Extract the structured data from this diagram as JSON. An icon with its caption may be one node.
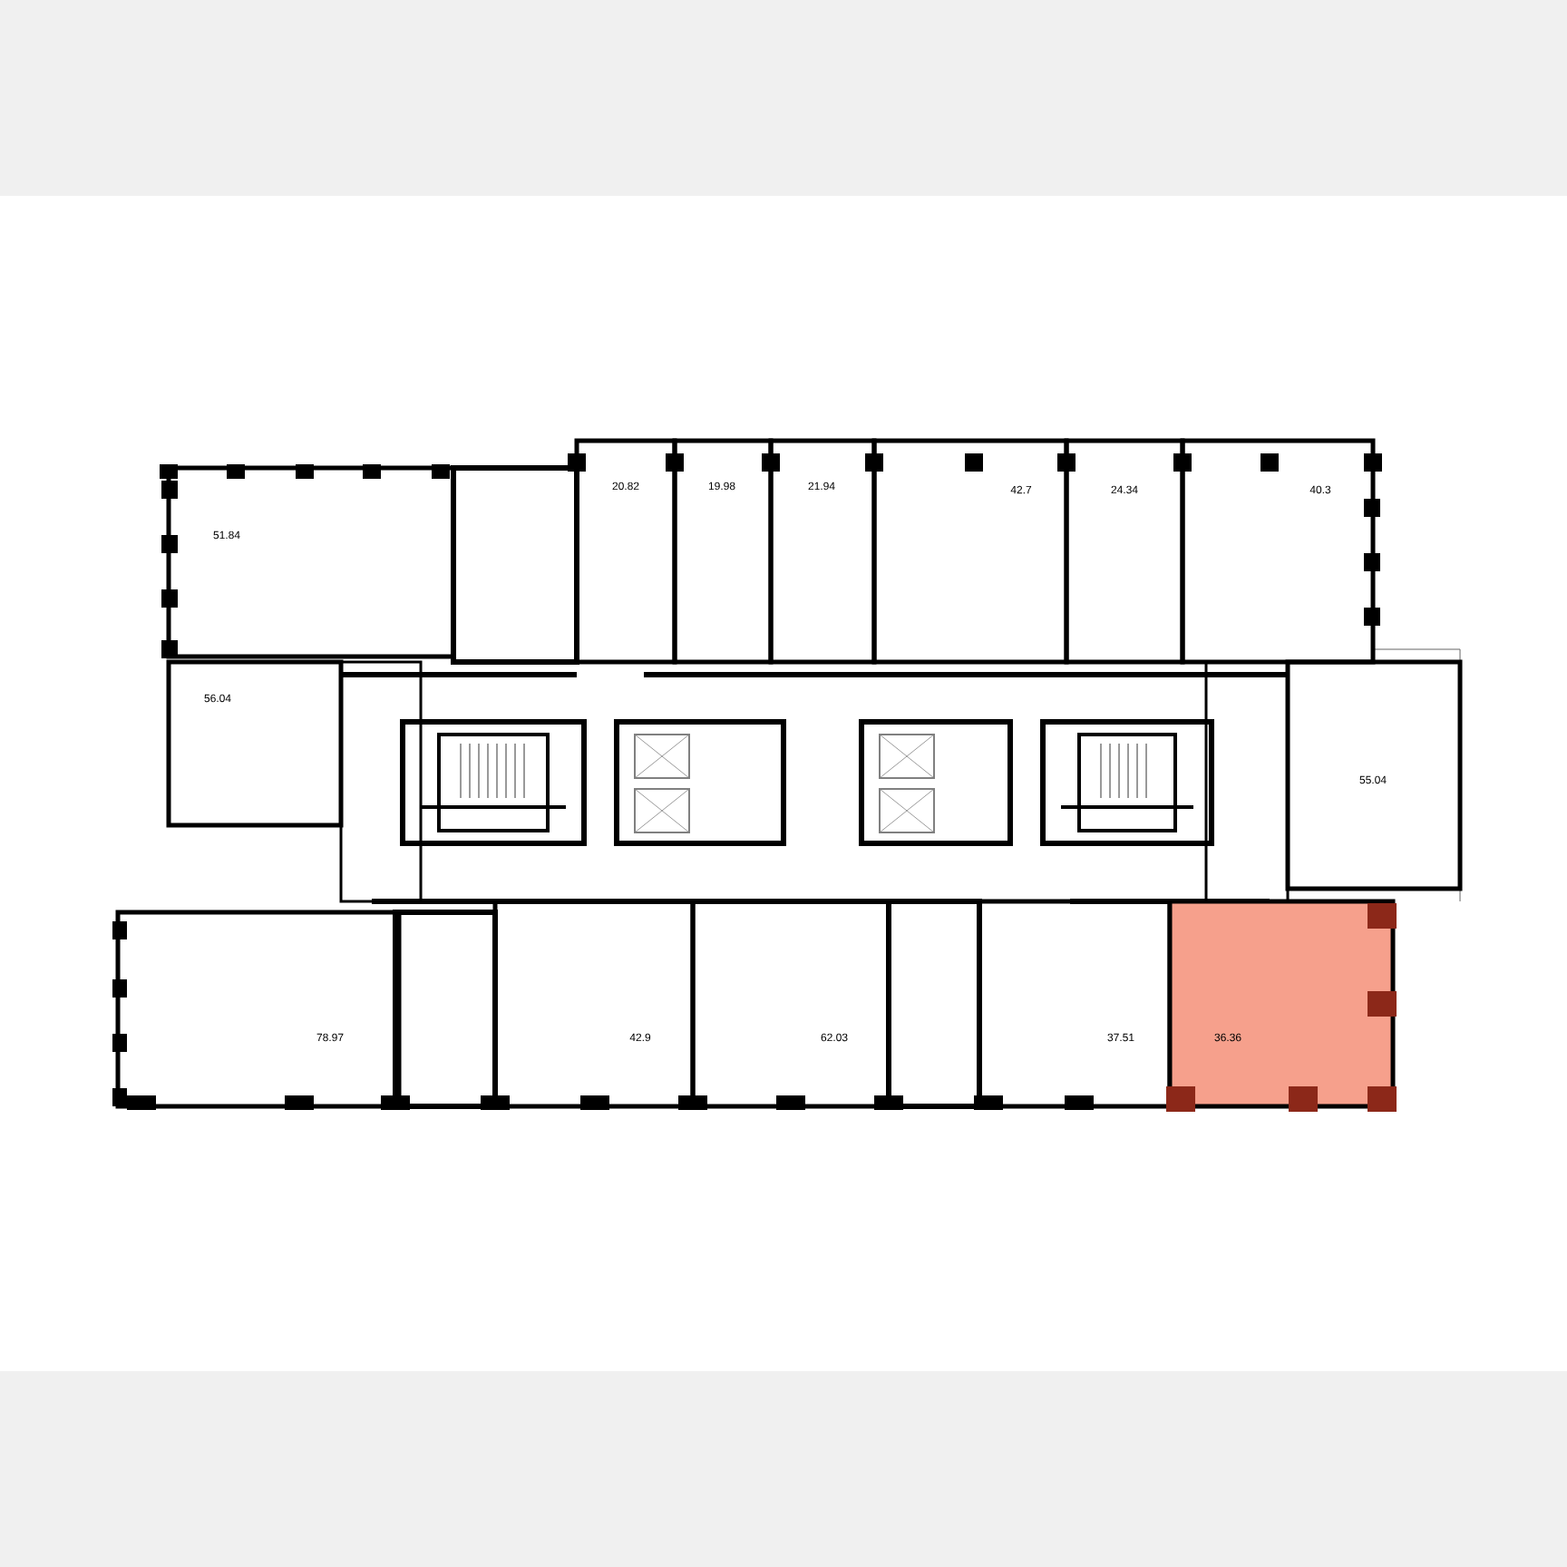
{
  "diagram": {
    "nodes": [
      {
        "text": [
          "51.84"
        ]
      },
      {
        "text": [
          "20.82"
        ]
      },
      {
        "text": [
          "19.98"
        ]
      },
      {
        "text": [
          "21.94"
        ]
      },
      {
        "text": [
          "42.7"
        ]
      },
      {
        "text": [
          "24.34"
        ]
      },
      {
        "text": [
          "40.3"
        ]
      },
      {
        "text": [
          "56.04"
        ]
      },
      {
        "text": [
          "55.04"
        ]
      },
      {
        "text": [
          "78.97"
        ]
      },
      {
        "text": [
          "42.9"
        ]
      },
      {
        "text": [
          "62.03"
        ]
      },
      {
        "text": [
          "37.51"
        ]
      },
      {
        "text": [
          "36.36"
        ]
      }
    ]
  }
}
